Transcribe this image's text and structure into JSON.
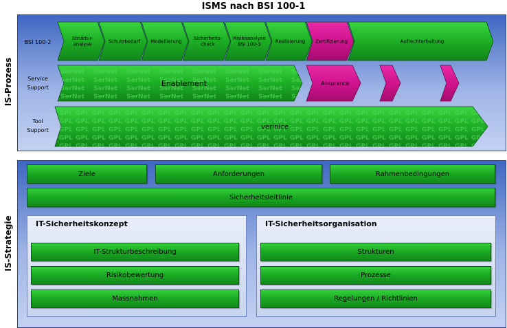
{
  "title": "ISMS nach BSI 100-1",
  "prozess": {
    "label": "IS-Prozess",
    "rows": [
      {
        "label_lines": [
          "BSI 100-2"
        ]
      },
      {
        "label_lines": [
          "Service",
          "Support"
        ]
      },
      {
        "label_lines": [
          "Tool",
          "Support"
        ]
      }
    ],
    "bsi_steps": [
      {
        "lines": [
          "Struktur-",
          "analyse"
        ],
        "color": "green"
      },
      {
        "lines": [
          "Schutzbedarf"
        ],
        "color": "green"
      },
      {
        "lines": [
          "Modellierung"
        ],
        "color": "green"
      },
      {
        "lines": [
          "Sicherheits-",
          "check"
        ],
        "color": "green"
      },
      {
        "lines": [
          "Risikoanalyse",
          "BSI 100-3"
        ],
        "color": "green"
      },
      {
        "lines": [
          "Realisierung"
        ],
        "color": "green"
      },
      {
        "lines": [
          "Zertifizierung"
        ],
        "color": "magenta"
      },
      {
        "lines": [
          "Aufrechterhaltung"
        ],
        "color": "green"
      }
    ],
    "service": {
      "enablement": "Enablement",
      "assurance": "Assurance",
      "watermark": "SerNet"
    },
    "tool": {
      "label": "verinice",
      "watermark": "GPL"
    }
  },
  "strategie": {
    "label": "IS-Strategie",
    "top_row": [
      "Ziele",
      "Anforderungen",
      "Rahmenbedingungen"
    ],
    "leitlinie": "Sicherheitsleitlinie",
    "konzept": {
      "title": "IT-Sicherheitskonzept",
      "items": [
        "IT-Strukturbeschreibung",
        "Risikobewertung",
        "Massnahmen"
      ]
    },
    "organisation": {
      "title": "IT-Sicherheitsorganisation",
      "items": [
        "Strukturen",
        "Prozesse",
        "Regelungen / Richtlinien"
      ]
    }
  },
  "colors": {
    "green": "#1cae25",
    "magenta": "#d0138e",
    "panel_dark": "#3f67c2",
    "panel_light": "#c4d2f2"
  }
}
